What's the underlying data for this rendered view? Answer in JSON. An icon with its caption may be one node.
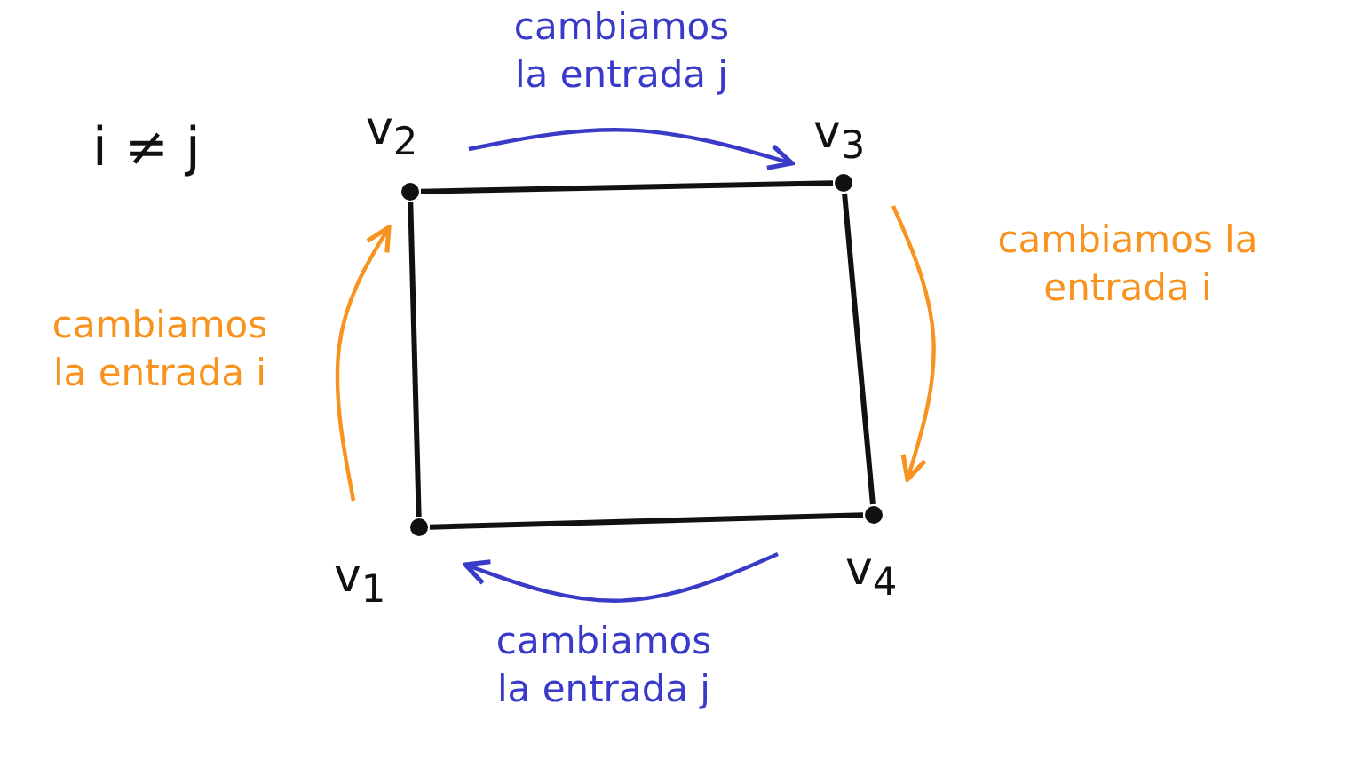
{
  "diagram": {
    "nodes": [
      {
        "text": [],
        "shape": "circle",
        "beside": [
          "v$_{2}$"
        ]
      },
      {
        "text": [],
        "shape": "circle",
        "beside": [
          "v$_{3}$"
        ]
      },
      {
        "text": [],
        "shape": "circle",
        "beside": [
          "v$_{1}$"
        ]
      },
      {
        "text": [],
        "shape": "circle",
        "beside": [
          "v$_{4}$"
        ]
      }
    ],
    "edges": [
      {
        "from": 0,
        "to": 1,
        "arrow": "none"
      },
      {
        "from": 1,
        "to": 3,
        "arrow": "none"
      },
      {
        "from": 3,
        "to": 2,
        "arrow": "none"
      },
      {
        "from": 2,
        "to": 0,
        "arrow": "none"
      },
      {
        "from": 2,
        "to": 0,
        "arrow": "to",
        "label": "cambiamos la entrada i",
        "color": "#f7931e"
      },
      {
        "from": 0,
        "to": 1,
        "arrow": "to",
        "label": "cambiamos la entrada j",
        "color": "#3a3ac8"
      },
      {
        "from": 1,
        "to": 3,
        "arrow": "to",
        "label": "cambiamos la entrada i",
        "color": "#f7931e"
      },
      {
        "from": 3,
        "to": 2,
        "arrow": "to",
        "label": "cambiamos la entrada j",
        "color": "#3a3ac8"
      }
    ],
    "labels": [
      "i ≠ j"
    ]
  }
}
